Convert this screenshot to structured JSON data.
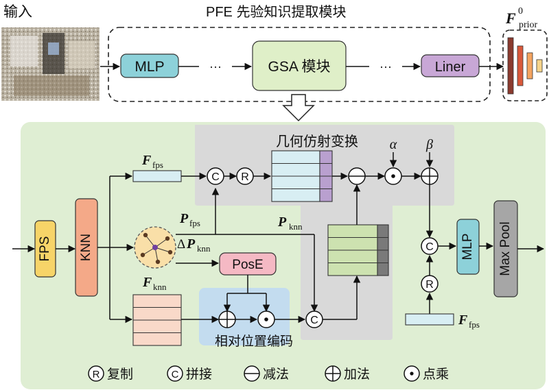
{
  "top": {
    "input_label": "输入",
    "pfe_title": "PFE 先验知识提取模块",
    "mlp": "MLP",
    "ellipsis": "···",
    "gsa": "GSA 模块",
    "liner": "Liner",
    "f_prior": {
      "base": "F",
      "sup": "0",
      "sub": "prior"
    }
  },
  "detail": {
    "fps_block": "FPS",
    "knn_block": "KNN",
    "affine_title": "几何仿射变换",
    "f_fps": {
      "base": "F",
      "sub": "fps"
    },
    "p_fps": {
      "base": "P",
      "sub": "fps"
    },
    "p_knn": {
      "base": "P",
      "sub": "knn"
    },
    "delta_p_knn": {
      "prefix": "Δ",
      "base": "P",
      "sub": "knn"
    },
    "f_knn": {
      "base": "F",
      "sub": "knn"
    },
    "f_fps_bottom": {
      "base": "F",
      "sub": "fps"
    },
    "pose": "PosE",
    "relpos_title": "相对位置编码",
    "alpha": "α",
    "beta": "β",
    "mlp2": "MLP",
    "maxpool": "Max Pool",
    "op_concat": "C",
    "op_copy": "R"
  },
  "legend": [
    {
      "symbol": "R",
      "label": "复制"
    },
    {
      "symbol": "C",
      "label": "拼接"
    },
    {
      "symbol": "minus",
      "label": "减法"
    },
    {
      "symbol": "plus",
      "label": "加法"
    },
    {
      "symbol": "dot",
      "label": "点乘"
    }
  ],
  "colors": {
    "mlp_fill": "#8dd1d9",
    "gsa_fill": "#dfefc8",
    "liner_fill": "#c8a7d6",
    "green_panel": "#dfeed3",
    "gray_panel": "#d9d9d9",
    "blue_panel": "#c3dcef",
    "fps_fill": "#f7d468",
    "knn_fill": "#f4a988",
    "pose_fill": "#f5b9c4",
    "maxpool_fill": "#a6a6a6",
    "matrix_cyan": "#d8eef3",
    "matrix_purple": "#b9a0cf",
    "matrix_green": "#cde2b0",
    "matrix_gray": "#7a7a7a",
    "bar_peach": "#f9d9c9"
  }
}
